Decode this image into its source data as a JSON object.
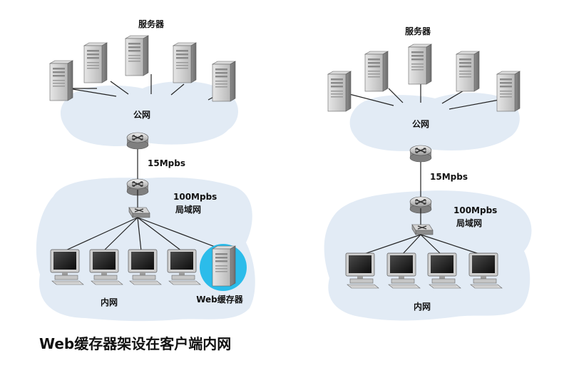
{
  "left": {
    "servers_label": "服务器",
    "public_net_label": "公网",
    "link_speed_label": "15Mpbs",
    "lan_speed_label": "100Mpbs",
    "lan_label": "局域网",
    "intranet_label": "内网",
    "cache_label": "Web缓存器"
  },
  "right": {
    "servers_label": "服务器",
    "public_net_label": "公网",
    "link_speed_label": "15Mpbs",
    "lan_speed_label": "100Mpbs",
    "lan_label": "局域网",
    "intranet_label": "内网"
  },
  "caption": "Web缓存器架设在客户端内网",
  "colors": {
    "cloud": "#e2ebf5",
    "cache_highlight": "#2bbcea",
    "line": "#222222"
  }
}
